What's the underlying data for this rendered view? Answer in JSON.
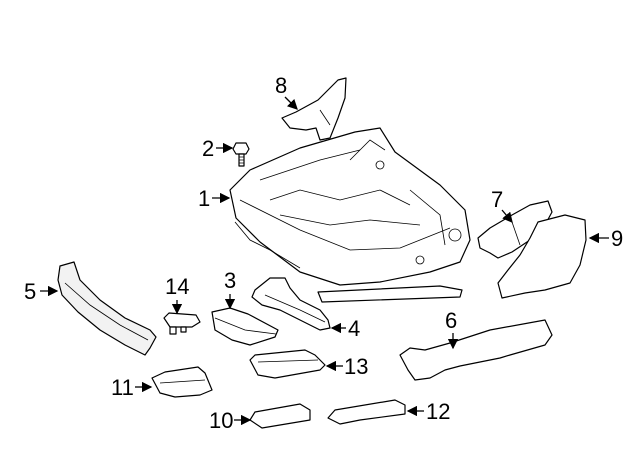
{
  "diagram": {
    "type": "exploded parts diagram",
    "subject": "seat frame assembly",
    "callouts": [
      {
        "id": "1",
        "label": "1"
      },
      {
        "id": "2",
        "label": "2"
      },
      {
        "id": "3",
        "label": "3"
      },
      {
        "id": "4",
        "label": "4"
      },
      {
        "id": "5",
        "label": "5"
      },
      {
        "id": "6",
        "label": "6"
      },
      {
        "id": "7",
        "label": "7"
      },
      {
        "id": "8",
        "label": "8"
      },
      {
        "id": "9",
        "label": "9"
      },
      {
        "id": "10",
        "label": "10"
      },
      {
        "id": "11",
        "label": "11"
      },
      {
        "id": "12",
        "label": "12"
      },
      {
        "id": "13",
        "label": "13"
      },
      {
        "id": "14",
        "label": "14"
      }
    ]
  }
}
